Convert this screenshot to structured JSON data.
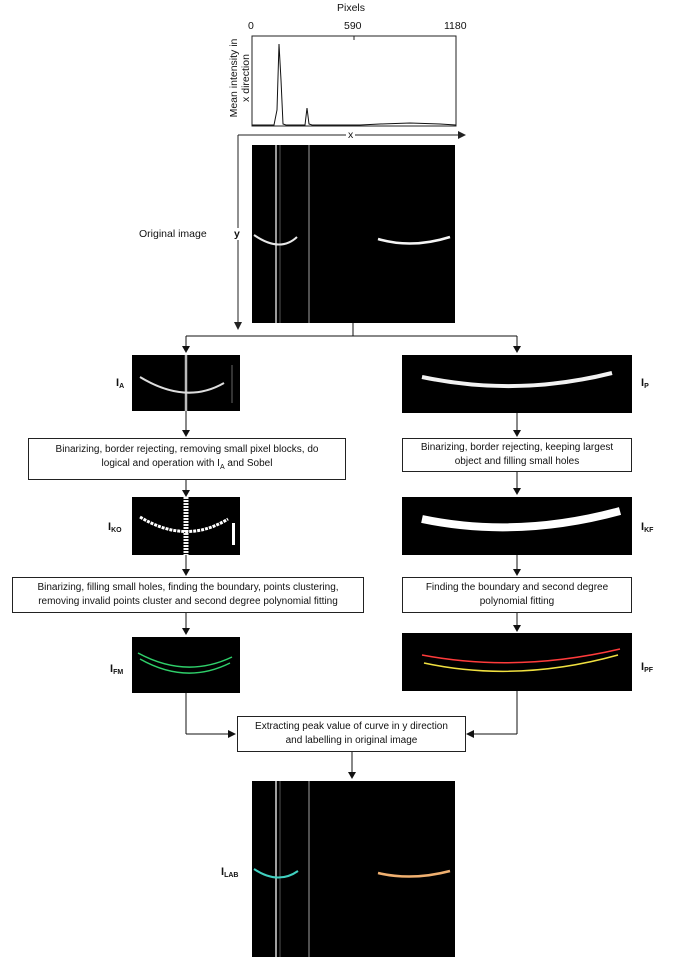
{
  "plot": {
    "title": "Pixels",
    "ylabel_line1": "Mean intensity in",
    "ylabel_line2": "x direction",
    "ticks": [
      "0",
      "590",
      "1180"
    ]
  },
  "axes": {
    "x": "x",
    "y": "y"
  },
  "labels": {
    "original": "Original image",
    "ia": "I",
    "ia_sub": "A",
    "ip": "I",
    "ip_sub": "P",
    "iko": "I",
    "iko_sub": "KO",
    "ikf": "I",
    "ikf_sub": "KF",
    "ifm": "I",
    "ifm_sub": "FM",
    "ipf": "I",
    "ipf_sub": "PF",
    "ilab": "I",
    "ilab_sub": "LAB"
  },
  "boxes": {
    "left1_line1": "Binarizing, border rejecting, removing small pixel blocks,  do",
    "left1_line2_pre": "logical and operation with I",
    "left1_line2_sub": "A",
    "left1_line2_post": " and Sobel",
    "right1_line1": "Binarizing, border rejecting, keeping largest",
    "right1_line2": "object and filling small holes",
    "left2_line1": "Binarizing, filling small holes, finding the boundary, points clustering,",
    "left2_line2": "removing invalid points cluster and second degree polynomial fitting",
    "right2_line1": "Finding the boundary and second degree",
    "right2_line2": "polynomial fitting",
    "bottom_line1": "Extracting peak value of curve in y direction",
    "bottom_line2": "and labelling in original image"
  },
  "colors": {
    "fm_curve": "#2fcf6a",
    "pf_upper": "#ff3b3b",
    "pf_lower": "#f0e040",
    "lab_left": "#40d0c0",
    "lab_right": "#f0b070"
  }
}
